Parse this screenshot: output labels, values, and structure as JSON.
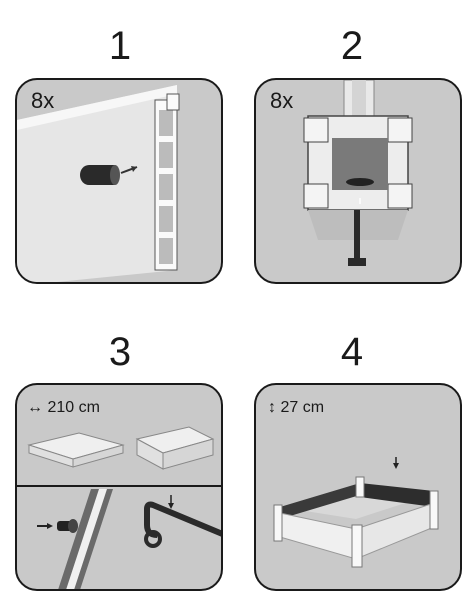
{
  "steps": [
    {
      "number": "1",
      "quantity": "8x"
    },
    {
      "number": "2",
      "quantity": "8x"
    },
    {
      "number": "3",
      "dimension": "210 cm"
    },
    {
      "number": "4",
      "dimension": "27 cm"
    }
  ],
  "colors": {
    "panel": "#c9c9c9",
    "frame": "#1a1a1a",
    "board": "#f2f2f2",
    "dark_board": "#3a3a3a"
  },
  "icons": [
    "horizontal-arrow-icon",
    "vertical-arrow-icon",
    "down-arrow-icon",
    "right-arrow-icon"
  ]
}
